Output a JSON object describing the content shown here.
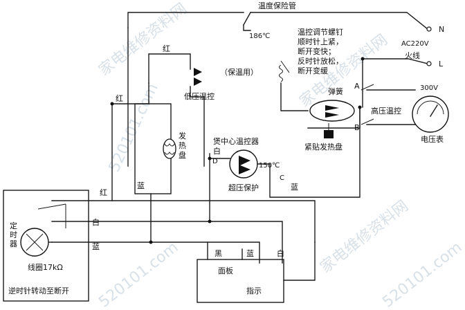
{
  "labels": {
    "fuse": "温度保险管",
    "fuse_temp": "186℃",
    "n_terminal": "N",
    "l_terminal": "L",
    "supply": "AC220V",
    "live_wire": "火线",
    "adjust_screw_lines": [
      "温控调节螺钉",
      "顺时针上紧，",
      "断开变快；",
      "反时针放松，",
      "断开变缓"
    ],
    "spring": "弹簧",
    "point_a": "A",
    "point_b": "B",
    "point_c": "C",
    "point_d": "D",
    "high_press_ctrl": "高压温控",
    "meter_value": "300V",
    "meter_name": "电压表",
    "heat_plate_touch": "紧贴发热盘",
    "red1": "红",
    "red2": "红",
    "red3": "红",
    "keep_warm": "（保温用）",
    "low_press_ctrl": "低压温控",
    "heater": "发热盘",
    "center_ctrl": "煲中心温控器",
    "white1": "白",
    "white2": "白",
    "white3": "白",
    "center_temp": "150℃",
    "overpress": "超压保护",
    "blue1": "蓝",
    "blue2": "蓝",
    "blue3": "蓝",
    "blue4": "蓝",
    "black": "黑",
    "timer": "定时器",
    "coil": "线圈17kΩ",
    "timer_note": "逆时针转动至断开",
    "panel": "面板",
    "indicator": "指示"
  },
  "watermarks": [
    "家电维修资料网",
    "520101.com",
    "家电维修资料网",
    "520101.com",
    "家电维修资料网",
    "520101.com"
  ]
}
